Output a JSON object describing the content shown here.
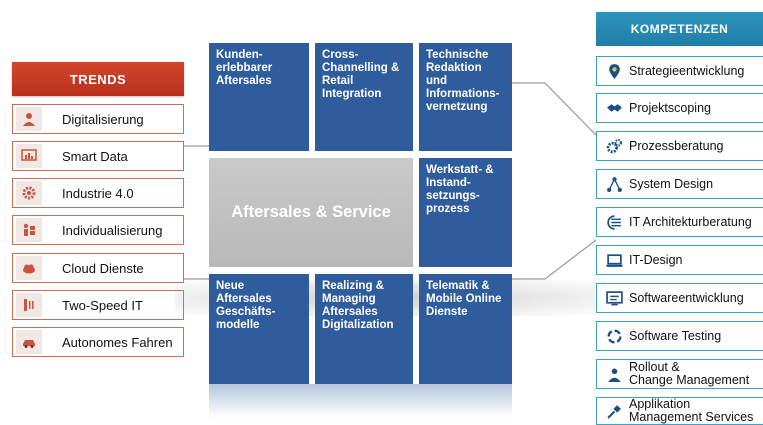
{
  "trends": {
    "header": "TRENDS",
    "items": [
      {
        "label": "Digitalisierung",
        "icon": "people-icon"
      },
      {
        "label": "Smart Data",
        "icon": "monitor-chart-icon"
      },
      {
        "label": "Industrie 4.0",
        "icon": "gear-icon"
      },
      {
        "label": "Individualisierung",
        "icon": "person-puzzle-icon"
      },
      {
        "label": "Cloud Dienste",
        "icon": "cloud-icon"
      },
      {
        "label": "Two-Speed IT",
        "icon": "speedometer-icon"
      },
      {
        "label": "Autonomes Fahren",
        "icon": "car-icon"
      }
    ]
  },
  "center": {
    "title": "Aftersales & Service",
    "tiles": [
      "Kunden-\nerlebbarer\nAftersales",
      "Cross-\nChannelling &\nRetail\nIntegration",
      "Technische\nRedaktion\nund\nInformations-\nvernetzung",
      "Werkstatt- &\nInstand-\nsetzungs-\nprozess",
      "Neue\nAftersales\nGeschäfts-\nmodelle",
      "Realizing &\nManaging\nAftersales\nDigitalization",
      "Telematik &\nMobile Online\nDienste"
    ]
  },
  "kompetenzen": {
    "header": "KOMPETENZEN",
    "items": [
      {
        "label": "Strategieentwicklung",
        "icon": "location-pin-icon"
      },
      {
        "label": "Projektscoping",
        "icon": "handshake-icon"
      },
      {
        "label": "Prozessberatung",
        "icon": "gears-icon"
      },
      {
        "label": "System Design",
        "icon": "network-icon"
      },
      {
        "label": "IT Architekturberatung",
        "icon": "architecture-icon"
      },
      {
        "label": "IT-Design",
        "icon": "laptop-icon"
      },
      {
        "label": "Softwareentwicklung",
        "icon": "code-monitor-icon"
      },
      {
        "label": "Software Testing",
        "icon": "cycle-icon"
      },
      {
        "label": "Rollout &\nChange Management",
        "icon": "team-icon"
      },
      {
        "label": "Applikation\nManagement Services",
        "icon": "satellite-icon"
      }
    ]
  },
  "colors": {
    "trends_accent": "#c43a24",
    "tile_blue": "#2f5c9d",
    "center_grey": "#bfbfbf",
    "kompetenzen_accent": "#2a8cb6"
  }
}
